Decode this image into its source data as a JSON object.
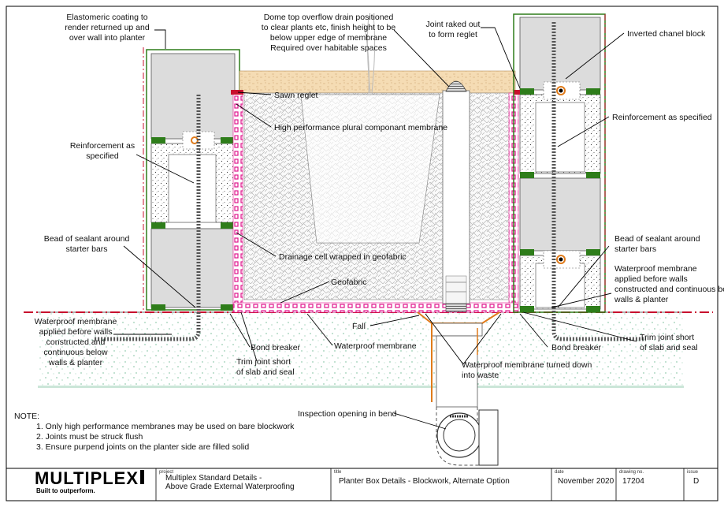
{
  "callouts": {
    "elastomeric": [
      "Elastomeric coating to",
      "render returned up and",
      "over wall into planter"
    ],
    "dome_drain": [
      "Dome top overflow drain positioned",
      "to clear plants etc, finish height to be",
      "below upper edge of membrane",
      "Required over habitable spaces"
    ],
    "joint_raked": [
      "Joint raked out",
      "to form reglet"
    ],
    "inverted_channel": [
      "Inverted chanel block"
    ],
    "sawn_reglet": [
      "Sawn reglet"
    ],
    "high_perf_membrane": [
      "High performance plural componant membrane"
    ],
    "reinf_left": [
      "Reinforcement as",
      "specified"
    ],
    "reinf_right": [
      "Reinforcement as specified"
    ],
    "bead_left": [
      "Bead of sealant around",
      "starter bars"
    ],
    "bead_right": [
      "Bead of sealant around",
      "starter bars"
    ],
    "drainage_cell": [
      "Drainage cell wrapped in geofabric"
    ],
    "geofabric": [
      "Geofabric"
    ],
    "wpm_left": [
      "Waterproof membrane",
      "applied before walls",
      "constructed and",
      "continuous below",
      "walls & planter"
    ],
    "wpm_right": [
      "Waterproof membrane",
      "applied before walls",
      "constructed and continuous below",
      "walls & planter"
    ],
    "fall": [
      "Fall"
    ],
    "bond_left": [
      "Bond breaker"
    ],
    "bond_right": [
      "Bond breaker"
    ],
    "waterproof_membrane": [
      "Waterproof membrane"
    ],
    "trim_left": [
      "Trim joint short",
      "of slab and seal"
    ],
    "trim_right": [
      "Trim joint short",
      "of slab and seal"
    ],
    "turned_down": [
      "Waterproof membrane turned down",
      "into waste"
    ],
    "inspection": [
      "Inspection opening in bend"
    ]
  },
  "notes": {
    "heading": "NOTE:",
    "items": [
      "1. Only high performance membranes may be used on bare blockwork",
      "2. Joints must be struck flush",
      "3. Ensure purpend joints on the planter side are filled solid"
    ]
  },
  "title_block": {
    "brand": "MULTIPLEX",
    "tagline": "Built to outperform.",
    "project_caption": "project",
    "project_lines": [
      "Multiplex Standard Details -",
      "Above Grade External Waterproofing"
    ],
    "title_caption": "title",
    "title": "Planter Box Details - Blockwork, Alternate Option",
    "date_caption": "date",
    "date": "November 2020",
    "drawing_caption": "drawing no.",
    "drawing_no": "17204",
    "issue_caption": "issue",
    "issue": "D"
  },
  "colors": {
    "membrane_red": "#c8102e",
    "plural_membrane": "#e0148c",
    "bond_breaker_green": "#2e7d1a",
    "waste_orange": "#e07b1a",
    "soil": "#f3d9b1",
    "block_grey": "#dcdcdc",
    "concrete_dots": "#2e9a63"
  }
}
